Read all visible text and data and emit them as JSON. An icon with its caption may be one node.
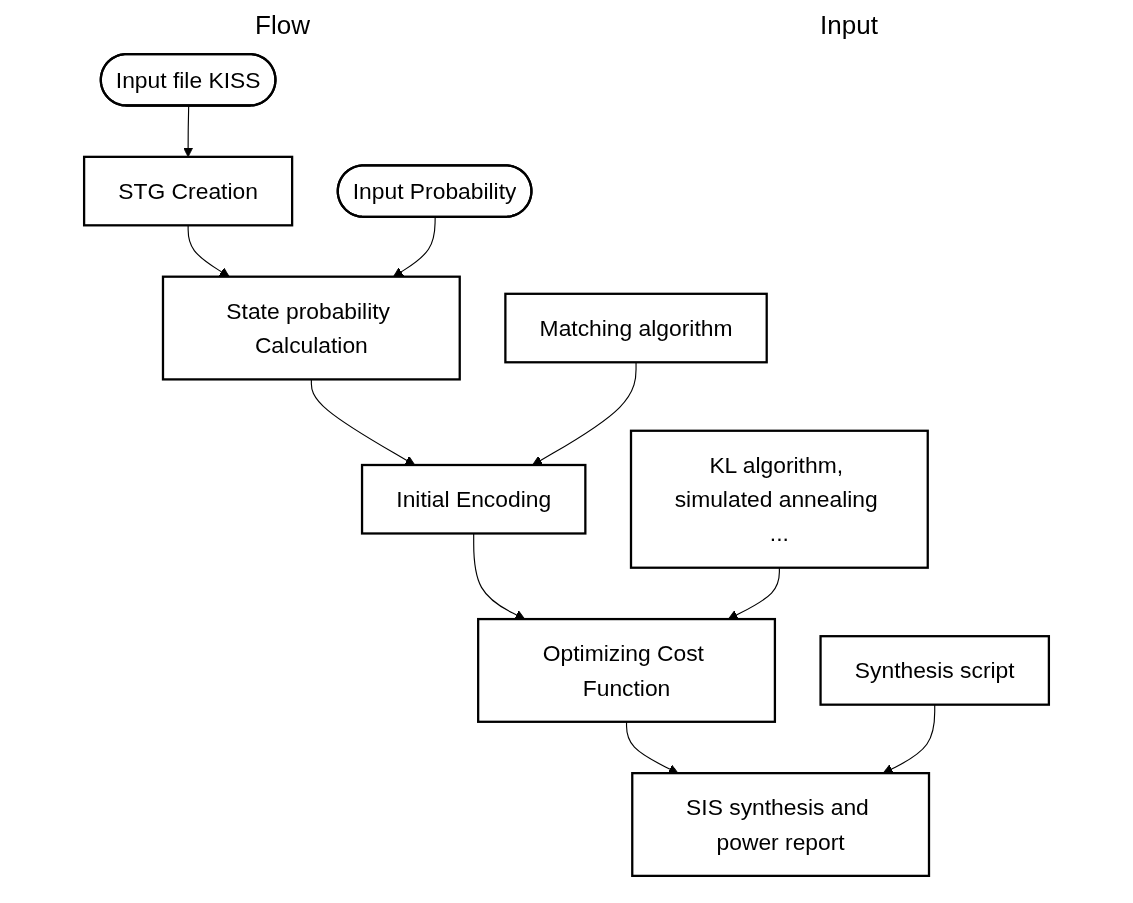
{
  "diagram": {
    "nodes": [
      {
        "text": [
          "STG Creation"
        ]
      },
      {
        "text": [
          "State probability Calculation"
        ]
      },
      {
        "text": [
          "Initial Encoding"
        ]
      },
      {
        "text": [
          "Optimizing Cost Function"
        ]
      },
      {
        "text": [
          "SIS synthesis and power report"
        ]
      },
      {
        "text": [
          "Input file KISS"
        ]
      },
      {
        "text": [
          "Input Probability"
        ]
      },
      {
        "text": [
          "Matching algorithm"
        ]
      },
      {
        "text": [
          "KL algorithm, simulated annealing ..."
        ]
      },
      {
        "text": [
          "Synthesis script"
        ]
      }
    ],
    "edges": [
      {
        "from": 0,
        "to": 1,
        "arrow": "to"
      },
      {
        "from": 1,
        "to": 2,
        "arrow": "to"
      },
      {
        "from": 2,
        "to": 3,
        "arrow": "to"
      },
      {
        "from": 3,
        "to": 4,
        "arrow": "to"
      },
      {
        "from": 5,
        "to": 0,
        "arrow": "to"
      },
      {
        "from": 6,
        "to": 1,
        "arrow": "to"
      },
      {
        "from": 7,
        "to": 2,
        "arrow": "to"
      },
      {
        "from": 8,
        "to": 3,
        "arrow": "to"
      },
      {
        "from": 9,
        "to": 4,
        "arrow": "to"
      }
    ],
    "labels": [
      "Flow",
      "Input"
    ]
  }
}
